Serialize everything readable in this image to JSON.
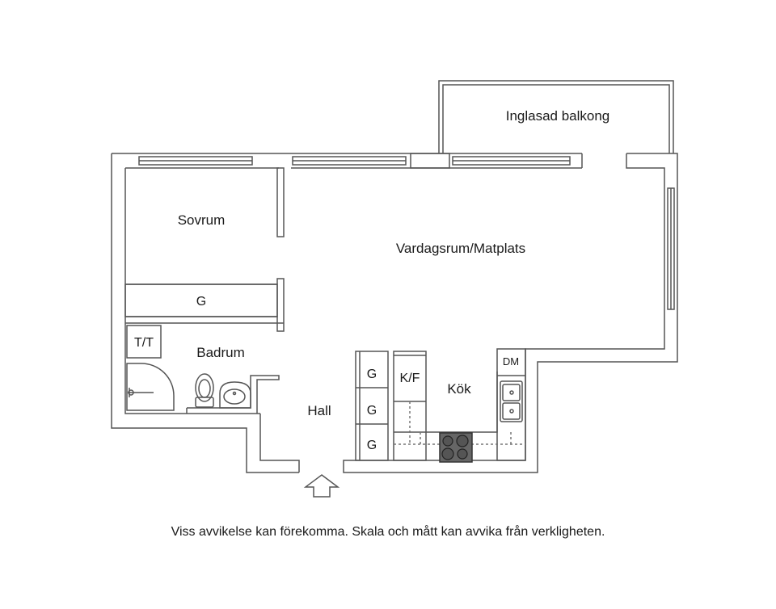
{
  "rooms": {
    "balcony": "Inglasad balkong",
    "bedroom": "Sovrum",
    "living": "Vardagsrum/Matplats",
    "bathroom": "Badrum",
    "hall": "Hall",
    "kitchen": "Kök"
  },
  "fixtures": {
    "wardrobe_bedroom": "G",
    "washer_dryer": "T/T",
    "hall_wardrobe_1": "G",
    "hall_wardrobe_2": "G",
    "hall_wardrobe_3": "G",
    "fridge_freezer": "K/F",
    "dishwasher": "DM"
  },
  "disclaimer": "Viss avvikelse kan förekomma. Skala och mått kan avvika från verkligheten."
}
